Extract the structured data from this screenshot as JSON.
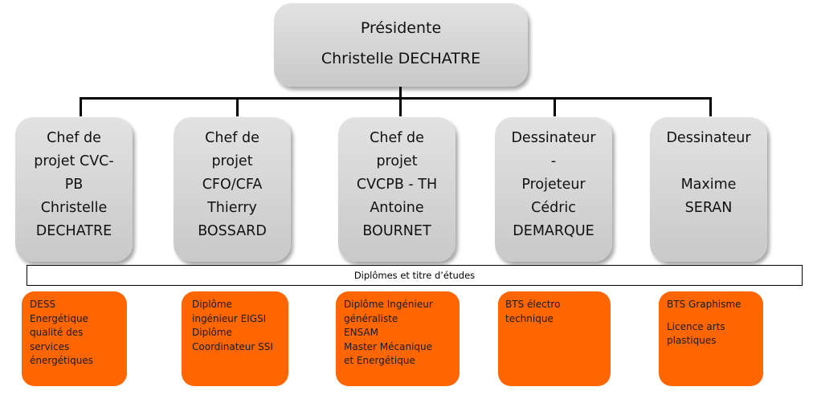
{
  "president": {
    "title": "Présidente",
    "name": "Christelle DECHATRE"
  },
  "members": [
    {
      "lines": [
        "Chef de",
        "projet CVC-",
        "PB",
        "Christelle",
        "DECHATRE"
      ]
    },
    {
      "lines": [
        "Chef de",
        "projet",
        "CFO/CFA",
        "Thierry",
        "BOSSARD"
      ]
    },
    {
      "lines": [
        "Chef de",
        "projet",
        "CVCPB - TH",
        "Antoine",
        "BOURNET"
      ]
    },
    {
      "lines": [
        "Dessinateur",
        "-",
        "Projeteur",
        "Cédric",
        "DEMARQUE"
      ]
    },
    {
      "lines": [
        "Dessinateur",
        "",
        "Maxime",
        "SERAN"
      ]
    }
  ],
  "banner": "Diplômes et titre d’études",
  "diplomas": [
    {
      "lines": [
        "DESS",
        "Energétique",
        "qualité des",
        "services",
        "énergétiques"
      ]
    },
    {
      "lines": [
        "Diplôme",
        "ingénieur EIGSI",
        "Diplôme",
        "Coordinateur SSI"
      ]
    },
    {
      "lines": [
        "Diplôme Ingénieur",
        "généraliste",
        "ENSAM",
        "Master Mécanique",
        "et Energétique"
      ]
    },
    {
      "lines": [
        "BTS électro",
        "technique"
      ]
    },
    {
      "lines": [
        "BTS Graphisme",
        "",
        "Licence arts",
        "plastiques"
      ]
    }
  ]
}
